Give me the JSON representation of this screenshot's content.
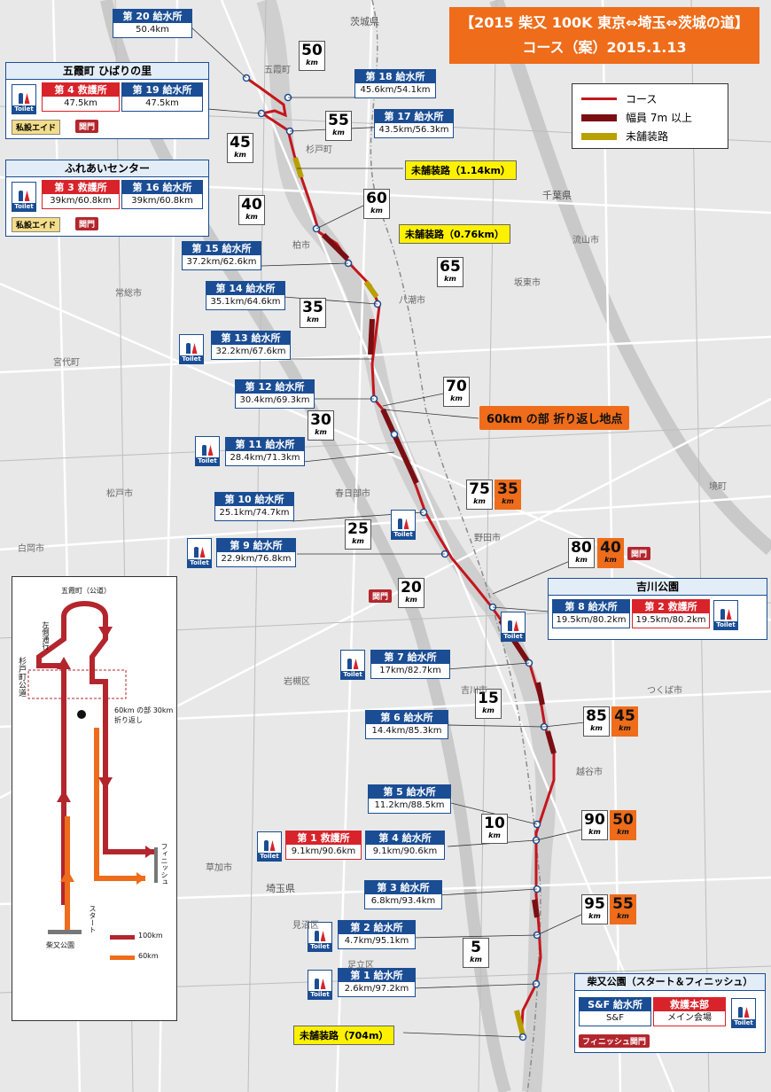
{
  "title": {
    "line1": "【2015 柴又 100K 東京⇔埼玉⇔茨城の道】",
    "line2": "コース（案）2015.1.13"
  },
  "legend": [
    {
      "label": "コース",
      "color": "#c4161c"
    },
    {
      "label": "幅員 7m 以上",
      "color": "#7a0f13"
    },
    {
      "label": "未舗装路",
      "color": "#b8a000"
    }
  ],
  "panels": {
    "goka": {
      "title": "五霞町 ひばりの里",
      "aid_h": "第 4 救護所",
      "aid_v": "47.5km",
      "st_h": "第 19 給水所",
      "st_v": "47.5km",
      "private": "私設エイド",
      "gate": "関門"
    },
    "fureai": {
      "title": "ふれあいセンター",
      "aid_h": "第 3 救護所",
      "aid_v": "39km/60.8km",
      "st_h": "第 16 給水所",
      "st_v": "39km/60.8km",
      "private": "私設エイド",
      "gate": "関門"
    },
    "yoshikawa": {
      "title": "吉川公園",
      "st_h": "第 8 給水所",
      "st_v": "19.5km/80.2km",
      "aid_h": "第 2 救護所",
      "aid_v": "19.5km/80.2km"
    },
    "shibamata": {
      "title": "柴又公園（スタート＆フィニッシュ）",
      "st_h": "S&F 給水所",
      "st_v": "S&F",
      "aid_h": "救護本部",
      "aid_v": "メイン会場",
      "gate": "フィニッシュ関門"
    }
  },
  "stations": [
    {
      "h": "第 20 給水所",
      "v": "50.4km"
    },
    {
      "h": "第 18 給水所",
      "v": "45.6km/54.1km"
    },
    {
      "h": "第 17 給水所",
      "v": "43.5km/56.3km"
    },
    {
      "h": "第 15 給水所",
      "v": "37.2km/62.6km"
    },
    {
      "h": "第 14 給水所",
      "v": "35.1km/64.6km"
    },
    {
      "h": "第 13 給水所",
      "v": "32.2km/67.6km"
    },
    {
      "h": "第 12 給水所",
      "v": "30.4km/69.3km"
    },
    {
      "h": "第 11 給水所",
      "v": "28.4km/71.3km"
    },
    {
      "h": "第 10 給水所",
      "v": "25.1km/74.7km"
    },
    {
      "h": "第 9 給水所",
      "v": "22.9km/76.8km"
    },
    {
      "h": "第 7 給水所",
      "v": "17km/82.7km"
    },
    {
      "h": "第 6 給水所",
      "v": "14.4km/85.3km"
    },
    {
      "h": "第 5 給水所",
      "v": "11.2km/88.5km"
    },
    {
      "h": "第 4 給水所",
      "v": "9.1km/90.6km"
    },
    {
      "h": "第 3 給水所",
      "v": "6.8km/93.4km"
    },
    {
      "h": "第 2 給水所",
      "v": "4.7km/95.1km"
    },
    {
      "h": "第 1 給水所",
      "v": "2.6km/97.2km"
    }
  ],
  "aid1": {
    "h": "第 1 救護所",
    "v": "9.1km/90.6km"
  },
  "km_markers": [
    "50",
    "55",
    "45",
    "60",
    "40",
    "65",
    "35",
    "70",
    "30",
    "75",
    "35",
    "25",
    "80",
    "40",
    "20",
    "15",
    "85",
    "45",
    "10",
    "90",
    "50",
    "95",
    "55",
    "5"
  ],
  "km_unit": "km",
  "gate_label": "関門",
  "toilet_label": "Toilet",
  "unpaved": [
    "未舗装路（1.14km）",
    "未舗装路（0.76km）",
    "未舗装路（704m）"
  ],
  "turnaround": "60km の部 折り返し地点",
  "inset": {
    "top": "五霞町（公道）",
    "left": "左側通行",
    "road": "杉戸町公道",
    "turn": "60km の部 30km 折り返し",
    "finish": "フィニッシュ",
    "start": "スタート",
    "park": "柴又公園",
    "l100": "100km",
    "l60": "60km",
    "c100": "#b3262d",
    "c60": "#ee6c1a"
  },
  "place_names": [
    "茨城県",
    "千葉県",
    "埼玉県",
    "春日部市",
    "吉川市",
    "野田市",
    "草加市",
    "足立区",
    "松戸市",
    "岩槻区",
    "越谷市",
    "流山市",
    "坂東市",
    "常総市",
    "宮代町",
    "白岡市",
    "見沼区",
    "八潮市",
    "境町",
    "つくば市",
    "柏市",
    "杉戸町",
    "五霞町"
  ]
}
